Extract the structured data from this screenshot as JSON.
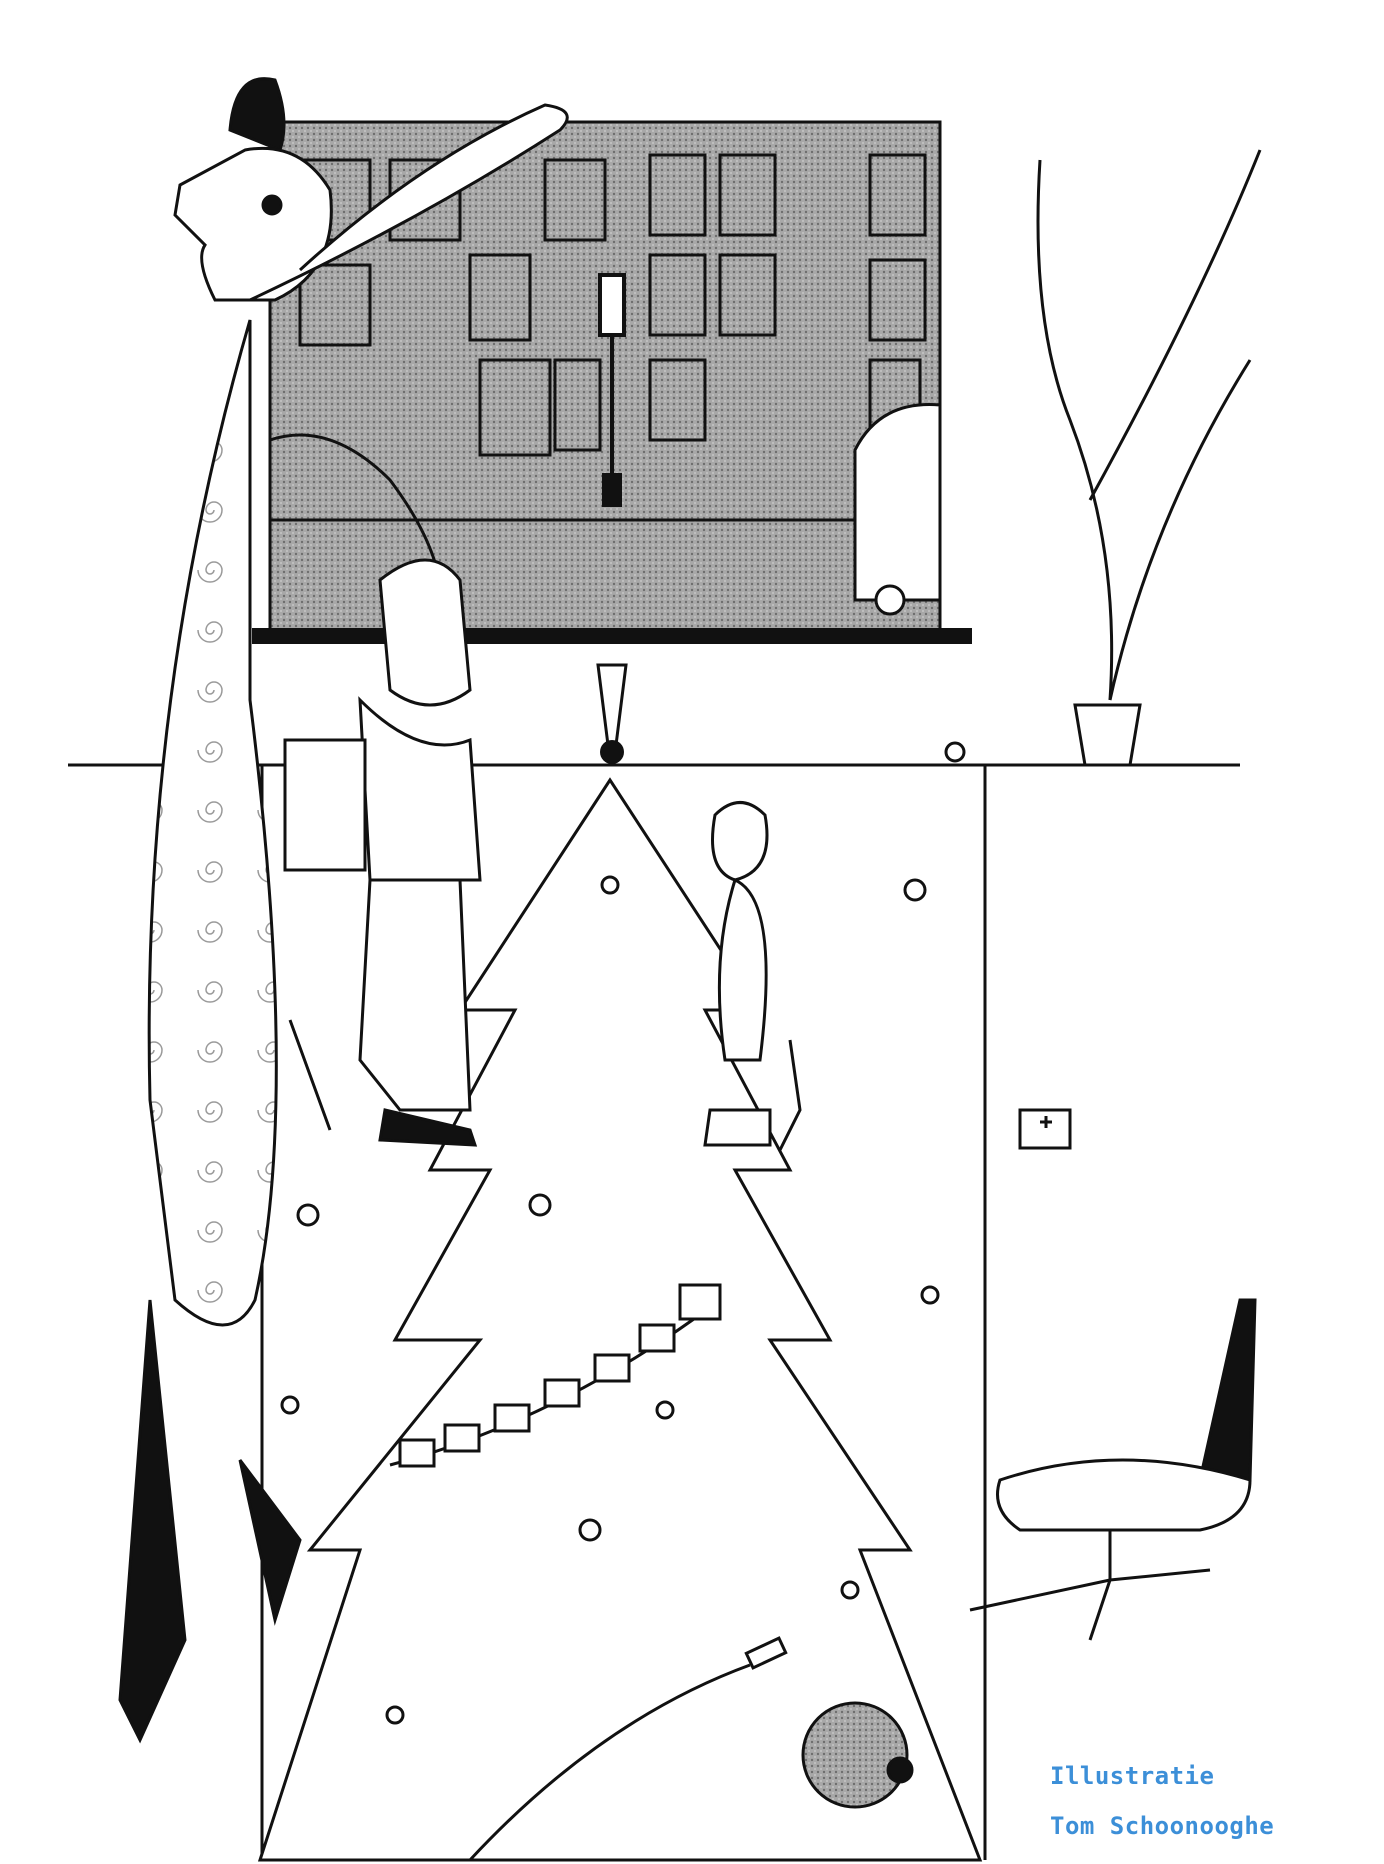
{
  "illustration": {
    "style": "black-and-white line drawing",
    "ink_color": "#111111",
    "paper_color": "#ffffff",
    "window_shade_color": "#9a9a9a"
  },
  "credit": {
    "line1": "Illustratie",
    "line2": "Tom Schoonooghe",
    "color": "#3c8fd8"
  }
}
